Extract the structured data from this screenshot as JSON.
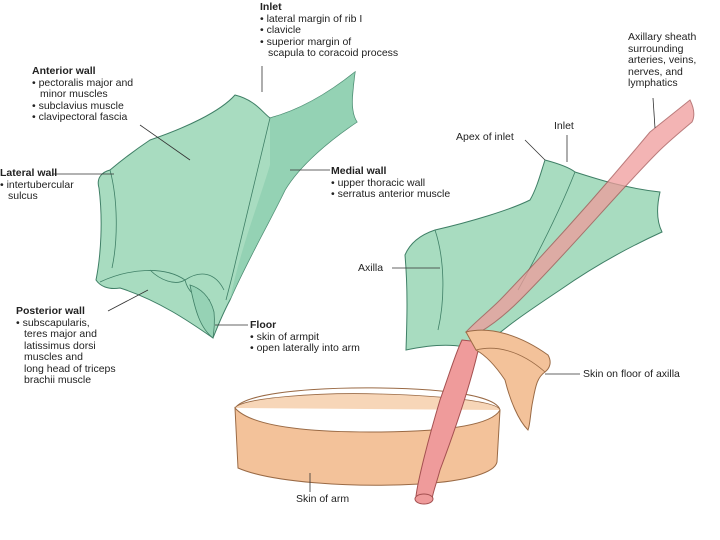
{
  "colors": {
    "green_fill": "#a8dcc0",
    "green_stroke": "#3f7f66",
    "pink_fill": "#ef9b9b",
    "skin_fill": "#f3c29a",
    "skin_stroke": "#9a6a45"
  },
  "left": {
    "inlet": {
      "title": "Inlet",
      "items": [
        "• lateral margin of rib I",
        "• clavicle",
        "• superior margin of",
        "scapula to coracoid process"
      ]
    },
    "anterior": {
      "title": "Anterior wall",
      "items": [
        "• pectoralis major and",
        "minor muscles",
        "• subclavius muscle",
        "• clavipectoral fascia"
      ]
    },
    "lateral": {
      "title": "Lateral wall",
      "items": [
        "• intertubercular",
        "sulcus"
      ]
    },
    "medial": {
      "title": "Medial wall",
      "items": [
        "• upper thoracic wall",
        "• serratus anterior muscle"
      ]
    },
    "posterior": {
      "title": "Posterior wall",
      "items": [
        "• subscapularis,",
        "teres major and",
        "latissimus dorsi",
        "muscles and",
        "long head of triceps",
        "brachii muscle"
      ]
    },
    "floor": {
      "title": "Floor",
      "items": [
        "• skin of armpit",
        "• open laterally into arm"
      ]
    }
  },
  "right": {
    "sheath": [
      "Axillary sheath",
      "surrounding",
      "arteries, veins,",
      "nerves, and",
      "lymphatics"
    ],
    "inlet": "Inlet",
    "apex": "Apex of inlet",
    "axilla": "Axilla",
    "skin_floor": "Skin on floor of axilla",
    "skin_arm": "Skin of arm"
  }
}
